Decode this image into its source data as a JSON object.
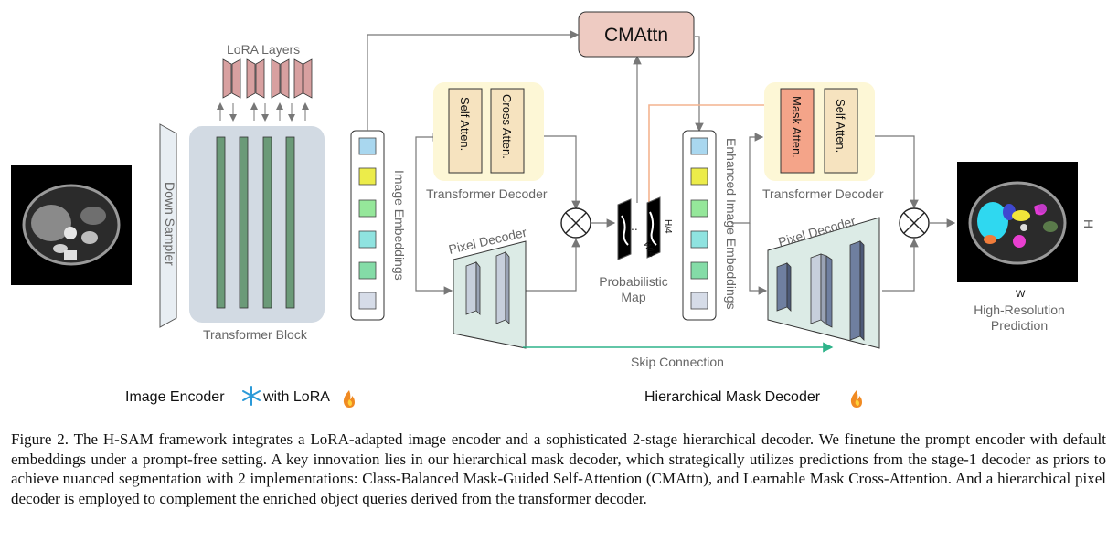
{
  "labels": {
    "lora_layers": "LoRA Layers",
    "down_sampler": "Down Sampler",
    "transformer_block": "Transformer Block",
    "image_embeddings": "Image Embeddings",
    "self_attn": "Self Atten.",
    "cross_attn": "Cross Atten.",
    "transformer_decoder_1": "Transformer Decoder",
    "pixel_decoder_1": "Pixel Decoder",
    "cmattn": "CMAttn",
    "probabilistic_map_line1": "Probabilistic",
    "probabilistic_map_line2": "Map",
    "h4": "H/4",
    "w4": "W/4",
    "enhanced_image_embeddings": "Enhanced Image Embeddings",
    "mask_attn": "Mask Atten.",
    "self_attn_2": "Self Atten.",
    "transformer_decoder_2": "Transformer Decoder",
    "pixel_decoder_2": "Pixel Decoder",
    "skip_connection": "Skip Connection",
    "output_h": "H",
    "output_w": "W",
    "high_res_line1": "High-Resolution",
    "high_res_line2": "Prediction",
    "image_encoder_pre": "Image ",
    "image_encoder_E": "E",
    "image_encoder_post": "ncoder",
    "with_lora": "with LoRA",
    "hierarchical_mask_decoder": "Hierarchical Mask Decoder"
  },
  "caption": "Figure 2. The H-SAM framework integrates a LoRA-adapted image encoder and a sophisticated 2-stage hierarchical decoder. We finetune the prompt encoder with default embeddings under a prompt-free setting. A key innovation lies in our hierarchical mask decoder, which strategically utilizes predictions from the stage-1 decoder as priors to achieve nuanced segmentation with 2 implementations: Class-Balanced Mask-Guided Self-Attention (CMAttn), and Learnable Mask Cross-Attention. And a hierarchical pixel decoder is employed to complement the enriched object queries derived from the transformer decoder.",
  "colors": {
    "lora": "#d8a0a0",
    "transformer_bg": "#d2dae3",
    "transformer_bar": "#6b9a78",
    "cmattn": "#eecbc2",
    "decoder_bg": "#fdf7d6",
    "attn_block": "#f6e3bf",
    "mask_attn": "#f4a489",
    "pixel_decoder": "#dcebe6",
    "skip": "#2fb38a",
    "orange_arrow": "#f4b48f"
  },
  "icons": [
    "snowflake-icon",
    "flame-icon"
  ]
}
